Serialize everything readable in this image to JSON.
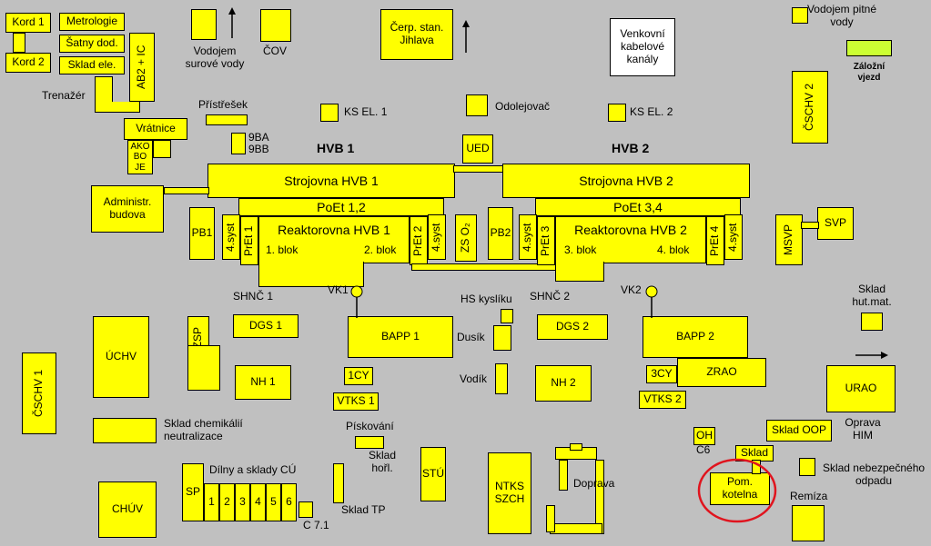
{
  "labels": {
    "kord1": "Kord 1",
    "kord2": "Kord 2",
    "metrologie": "Metrologie",
    "satny": "Šatny dod.",
    "sklad_ele": "Sklad ele.",
    "ab2ic": "AB2 + IC",
    "trenazer": "Trenažér",
    "vodojem_surove": "Vodojem surové vody",
    "cov": "ČOV",
    "cerp": "Čerp. stan. Jihlava",
    "venkovni": "Venkovní kabelové kanály",
    "vodojem_pitne": "Vodojem pitné vody",
    "zalozni": "Záložní vjezd",
    "cschv2": "ČSCHV 2",
    "pristresek": "Přístřešek",
    "ks_el1": "KS EL. 1",
    "odolejovac": "Odolejovač",
    "ks_el2": "KS EL. 2",
    "vratnice": "Vrátnice",
    "ako": "AKO BO JE",
    "b9ba": "9BA",
    "b9bb": "9BB",
    "hvb1": "HVB 1",
    "hvb2": "HVB 2",
    "ued": "UED",
    "strojovna1": "Strojovna HVB 1",
    "strojovna2": "Strojovna HVB 2",
    "admin": "Administr. budova",
    "poet12": "PoEt 1,2",
    "poet34": "PoEt 3,4",
    "pb1": "PB1",
    "syst4a": "4.syst",
    "pret1": "PrEt 1",
    "reaktor1": "Reaktorovna HVB 1",
    "blok1": "1. blok",
    "blok2": "2. blok",
    "pret2": "PrEt 2",
    "syst4b": "4.syst",
    "zso2": "ZS O₂",
    "pb2": "PB2",
    "syst4c": "4.syst",
    "pret3": "PrEt 3",
    "reaktor2": "Reaktorovna HVB 2",
    "blok3": "3. blok",
    "blok4": "4. blok",
    "pret4": "PrEt 4",
    "syst4d": "4.syst",
    "msvp": "MSVP",
    "svp": "SVP",
    "shnc1": "SHNČ 1",
    "vk1": "VK1",
    "hs_kysliku": "HS kyslíku",
    "shnc2": "SHNČ 2",
    "vk2": "VK2",
    "sklad_hut": "Sklad hut.mat.",
    "uchv": "ÚCHV",
    "hzsp": "HZSP",
    "dgs1": "DGS 1",
    "bapp1": "BAPP 1",
    "dusik": "Dusík",
    "dgs2": "DGS 2",
    "bapp2": "BAPP 2",
    "cschv1": "ČSCHV 1",
    "nh1": "NH 1",
    "cy1": "1CY",
    "vodik": "Vodík",
    "nh2": "NH 2",
    "cy3": "3CY",
    "zrao": "ZRAO",
    "urao": "URAO",
    "vtks1": "VTKS 1",
    "vtks2": "VTKS 2",
    "sklad_chem": "Sklad chemikálií neutralizace",
    "piskovani": "Pískování",
    "oh": "OH",
    "c6": "C6",
    "sklad_oop": "Sklad OOP",
    "oprava_him": "Oprava HIM",
    "sklad_horl": "Sklad hořl.",
    "stu": "STÚ",
    "ntks": "NTKS SZCH",
    "doprava": "Doprava",
    "sklad": "Sklad",
    "sklad_neb": "Sklad nebezpečného odpadu",
    "dilny": "Dílny a sklady CÚ",
    "sp": "SP",
    "d1": "1",
    "d2": "2",
    "d3": "3",
    "d4": "4",
    "d5": "5",
    "d6": "6",
    "pom_kotelna": "Pom. kotelna",
    "remiza": "Remíza",
    "chuv": "CHÚV",
    "sklad_tp": "Sklad TP",
    "c71": "C 7.1"
  },
  "colors": {
    "building": "#ffff00",
    "background": "#c0c0c0",
    "highlight": "#e0141e",
    "zalozni": "#ccff33"
  }
}
